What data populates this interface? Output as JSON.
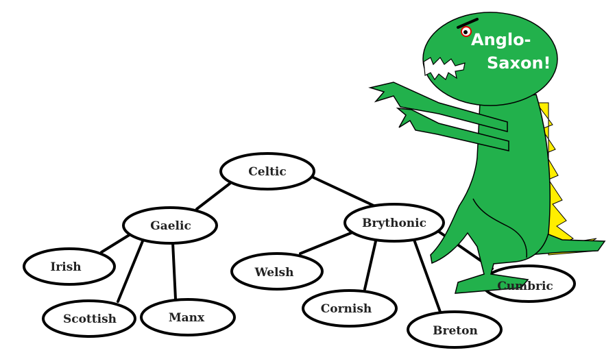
{
  "diagram": {
    "nodes": [
      {
        "id": "celtic",
        "label": "Celtic"
      },
      {
        "id": "gaelic",
        "label": "Gaelic"
      },
      {
        "id": "brythonic",
        "label": "Brythonic"
      },
      {
        "id": "irish",
        "label": "Irish"
      },
      {
        "id": "scottish",
        "label": "Scottish"
      },
      {
        "id": "manx",
        "label": "Manx"
      },
      {
        "id": "welsh",
        "label": "Welsh"
      },
      {
        "id": "cornish",
        "label": "Cornish"
      },
      {
        "id": "breton",
        "label": "Breton"
      },
      {
        "id": "cumbric",
        "label": "Cumbric"
      }
    ],
    "edges": [
      [
        "celtic",
        "gaelic"
      ],
      [
        "celtic",
        "brythonic"
      ],
      [
        "gaelic",
        "irish"
      ],
      [
        "gaelic",
        "scottish"
      ],
      [
        "gaelic",
        "manx"
      ],
      [
        "brythonic",
        "welsh"
      ],
      [
        "brythonic",
        "cornish"
      ],
      [
        "brythonic",
        "breton"
      ],
      [
        "brythonic",
        "cumbric"
      ]
    ]
  },
  "monster": {
    "shout_line1": "Anglo-",
    "shout_line2": "Saxon!",
    "body_color": "#22b14c",
    "spike_color": "#ffee00",
    "eye_color": "#e00000"
  },
  "colors": {
    "node_fill": "#ffffff",
    "node_stroke": "#000000",
    "line": "#000000"
  }
}
